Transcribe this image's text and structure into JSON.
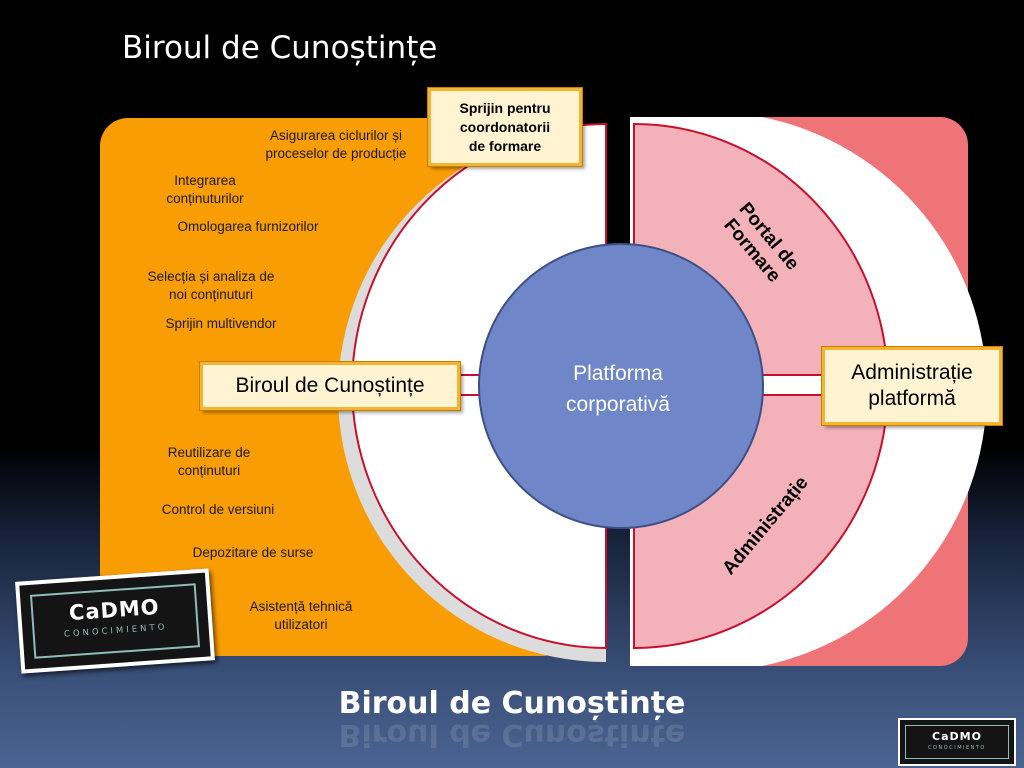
{
  "slide": {
    "title": "Biroul de Cunoștințe",
    "bottom_title": "Biroul de Cunoștințe"
  },
  "orange_panel": {
    "items": [
      "Asigurarea ciclurilor și\nproceselor de producție",
      "Integrarea\nconținuturilor",
      "Omologarea furnizorilor",
      "Selecția și analiza de\nnoi conținuturi",
      "Sprijin multivendor",
      "Reutilizare de\nconținuturi",
      "Control de versiuni",
      "Depozitare de  surse",
      "Asistență tehnică\nutilizatori"
    ]
  },
  "boxes": {
    "top": "Sprijin pentru\ncoordonatorii\nde formare",
    "left": "Biroul de Cunoștințe",
    "right": "Administrație\nplatformă"
  },
  "center": {
    "label": "Platforma\ncorporativă"
  },
  "arcs": {
    "portal": "Portal de\nFormare",
    "admin": "Administrație"
  },
  "logo": {
    "word": "CaDMO",
    "sub": "CONOCIMIENTO"
  },
  "colors": {
    "orange": "#f99d05",
    "pink_panel": "#ee7477",
    "pink_ring": "#f3b2b9",
    "circle": "#6f86c8",
    "box_fill": "#fff3d2",
    "box_border": "#f2b531",
    "ring_stroke": "#c8102e"
  }
}
